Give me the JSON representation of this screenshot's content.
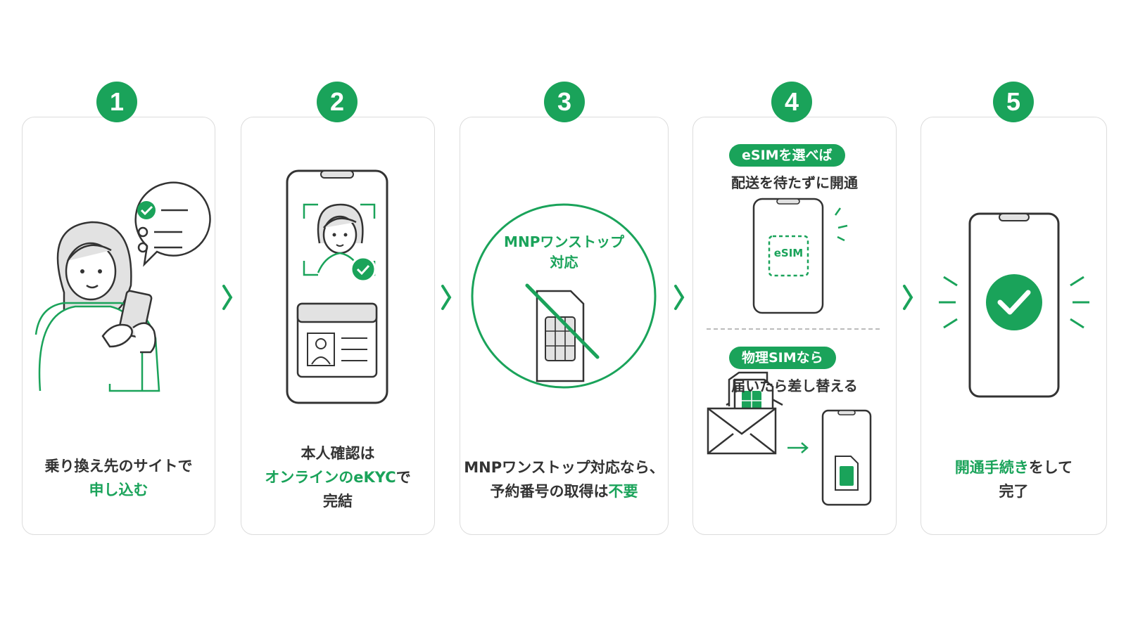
{
  "colors": {
    "accent": "#1aa35a",
    "text": "#333333",
    "border": "#dcdcdc"
  },
  "steps": [
    {
      "number": "1",
      "caption_line1": "乗り換え先のサイトで",
      "caption_highlight": "申し込む"
    },
    {
      "number": "2",
      "caption_line1": "本人確認は",
      "caption_highlight": "オンラインのeKYC",
      "caption_highlight_suffix": "で",
      "caption_line3": "完結"
    },
    {
      "number": "3",
      "circle_label_line1": "MNPワンストップ",
      "circle_label_line2": "対応",
      "caption_line1": "MNPワンストップ対応なら、",
      "caption_line2_prefix": "予約番号の取得は",
      "caption_highlight": "不要"
    },
    {
      "number": "4",
      "esim_pill": "eSIMを選べば",
      "esim_text": "配送を待たずに開通",
      "esim_chip_label": "eSIM",
      "physical_pill": "物理SIMなら",
      "physical_text": "届いたら差し替える"
    },
    {
      "number": "5",
      "caption_highlight": "開通手続き",
      "caption_suffix": "をして",
      "caption_line2": "完了"
    }
  ]
}
